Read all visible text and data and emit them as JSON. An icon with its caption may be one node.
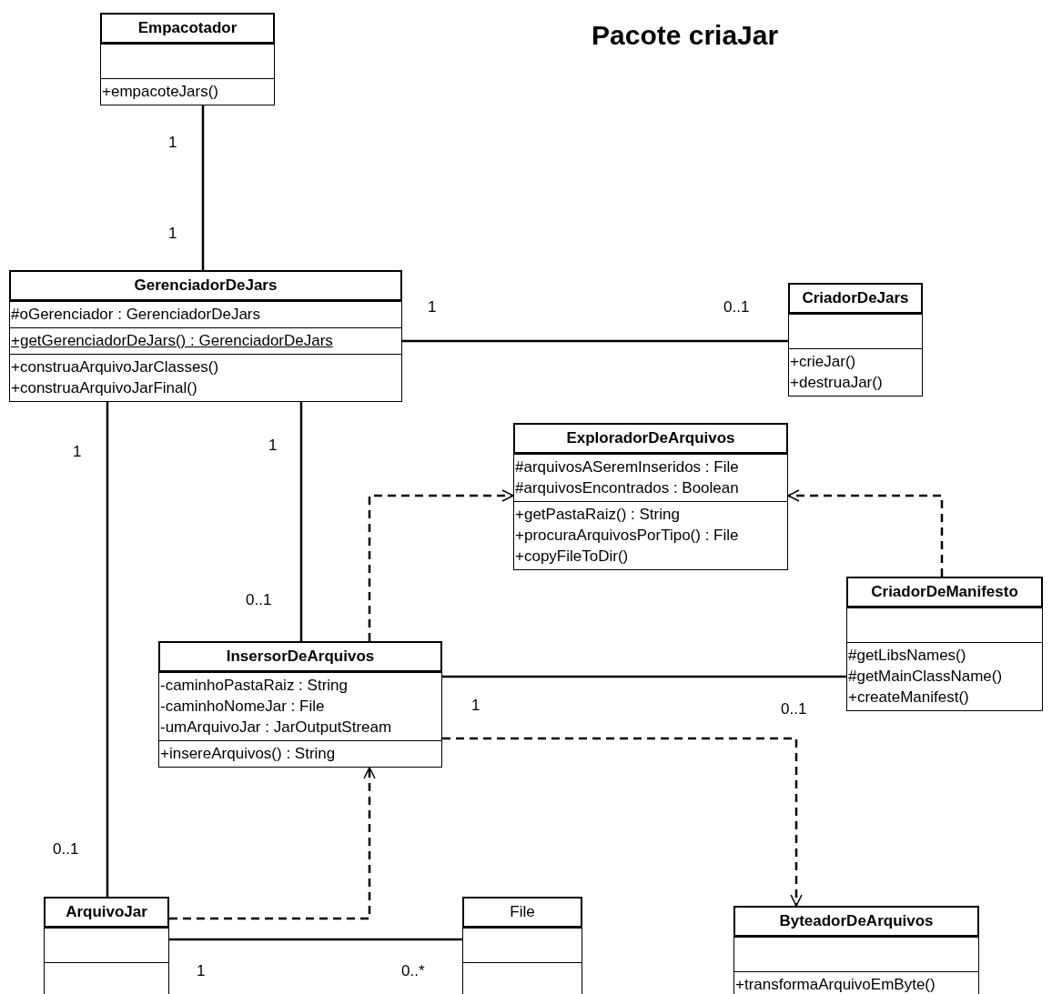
{
  "diagram": {
    "title": "Pacote criaJar",
    "nodes": [
      {
        "text": [
          "Empacotador",
          "+empacoteJars()"
        ]
      },
      {
        "text": [
          "GerenciadorDeJars",
          "#oGerenciador : GerenciadorDeJars",
          "+getGerenciadorDeJars() : GerenciadorDeJars",
          "+construaArquivoJarClasses()",
          "+construaArquivoJarFinal()"
        ]
      },
      {
        "text": [
          "CriadorDeJars",
          "+crieJar()",
          "+destruaJar()"
        ]
      },
      {
        "text": [
          "ExploradorDeArquivos",
          "#arquivosASeremInseridos : File",
          "#arquivosEncontrados : Boolean",
          "+getPastaRaiz() : String",
          "+procuraArquivosPorTipo() : File",
          "+copyFileToDir()"
        ]
      },
      {
        "text": [
          "CriadorDeManifesto",
          "#getLibsNames()",
          "#getMainClassName()",
          "+createManifest()"
        ]
      },
      {
        "text": [
          "InsersorDeArquivos",
          "-caminhoPastaRaiz : String",
          "-caminhoNomeJar : File",
          "-umArquivoJar : JarOutputStream",
          "+insereArquivos() : String"
        ]
      },
      {
        "text": [
          "ArquivoJar"
        ]
      },
      {
        "text": [
          "File"
        ]
      },
      {
        "text": [
          "ByteadorDeArquivos",
          "+transformaArquivoEmByte()"
        ]
      }
    ],
    "edges": [
      {
        "from": 0,
        "to": 1,
        "arrow": "none"
      },
      {
        "from": 1,
        "to": 2,
        "arrow": "none"
      },
      {
        "from": 1,
        "to": 6,
        "arrow": "none"
      },
      {
        "from": 1,
        "to": 5,
        "arrow": "none"
      },
      {
        "from": 5,
        "to": 3,
        "arrow": "to",
        "style": "dashed"
      },
      {
        "from": 4,
        "to": 3,
        "arrow": "to",
        "style": "dashed"
      },
      {
        "from": 5,
        "to": 4,
        "arrow": "none"
      },
      {
        "from": 5,
        "to": 8,
        "arrow": "to",
        "style": "dashed"
      },
      {
        "from": 6,
        "to": 5,
        "arrow": "to",
        "style": "dashed"
      },
      {
        "from": 6,
        "to": 7,
        "arrow": "none"
      }
    ],
    "labels": [
      "1",
      "1",
      "1",
      "0..1",
      "1",
      "1",
      "0..1",
      "1",
      "0..1",
      "0..1",
      "1",
      "0..*"
    ]
  }
}
